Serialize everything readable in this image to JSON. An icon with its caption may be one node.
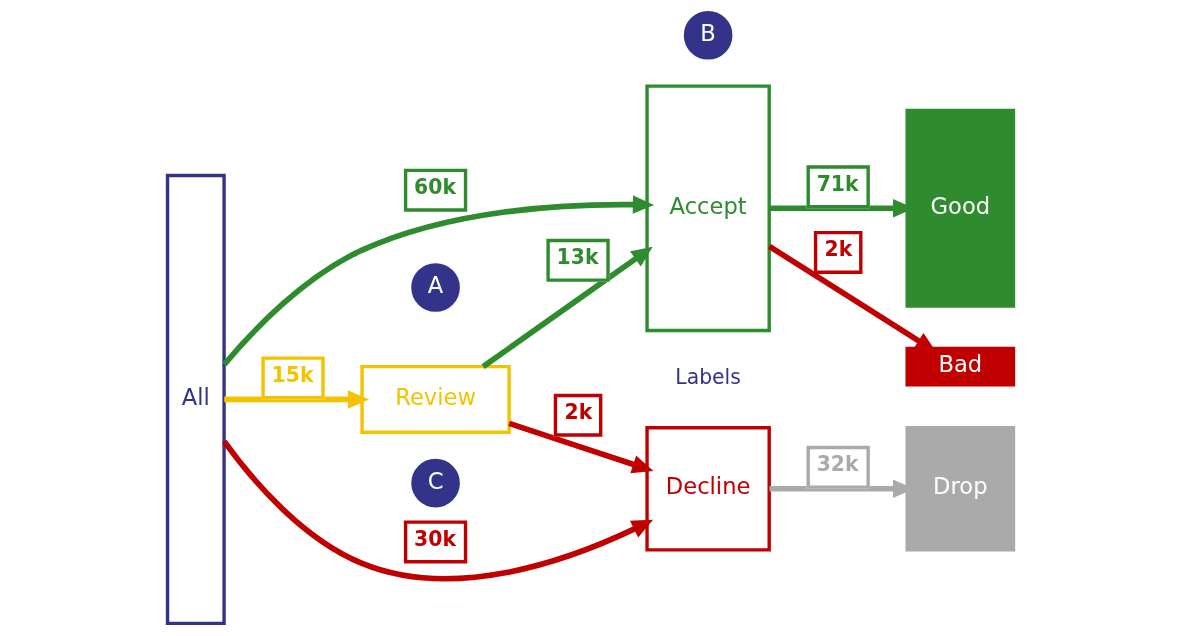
{
  "diagram": {
    "nodes": [
      {
        "text": [
          "All"
        ]
      },
      {
        "text": [
          "Review"
        ]
      },
      {
        "text": [
          "Accept"
        ]
      },
      {
        "text": [
          "Decline"
        ]
      },
      {
        "text": [
          "Bad"
        ]
      },
      {
        "text": [
          "Good"
        ]
      },
      {
        "text": [
          "Drop"
        ]
      },
      {
        "text": [
          "A"
        ]
      },
      {
        "text": [
          "B"
        ]
      },
      {
        "text": [
          "C"
        ]
      }
    ],
    "edges": [
      {
        "from": 0,
        "to": 2,
        "arrow": "to",
        "label": "60k",
        "color": "#2e8b2e"
      },
      {
        "from": 0,
        "to": 1,
        "arrow": "to",
        "label": "15k",
        "color": "#f5c200"
      },
      {
        "from": 0,
        "to": 3,
        "arrow": "to",
        "label": "30k",
        "color": "#c00000"
      },
      {
        "from": 1,
        "to": 2,
        "arrow": "to",
        "label": "13k",
        "color": "#2e8b2e"
      },
      {
        "from": 1,
        "to": 3,
        "arrow": "to",
        "label": "2k",
        "color": "#c00000"
      },
      {
        "from": 2,
        "to": 4,
        "arrow": "to",
        "label": "2k",
        "color": "#c00000"
      },
      {
        "from": 2,
        "to": 5,
        "arrow": "to",
        "label": "71k",
        "color": "#2e8b2e"
      },
      {
        "from": 3,
        "to": 6,
        "arrow": "to",
        "label": "32k",
        "color": "#aaaaaa"
      }
    ],
    "labels": [
      "Labels"
    ]
  }
}
